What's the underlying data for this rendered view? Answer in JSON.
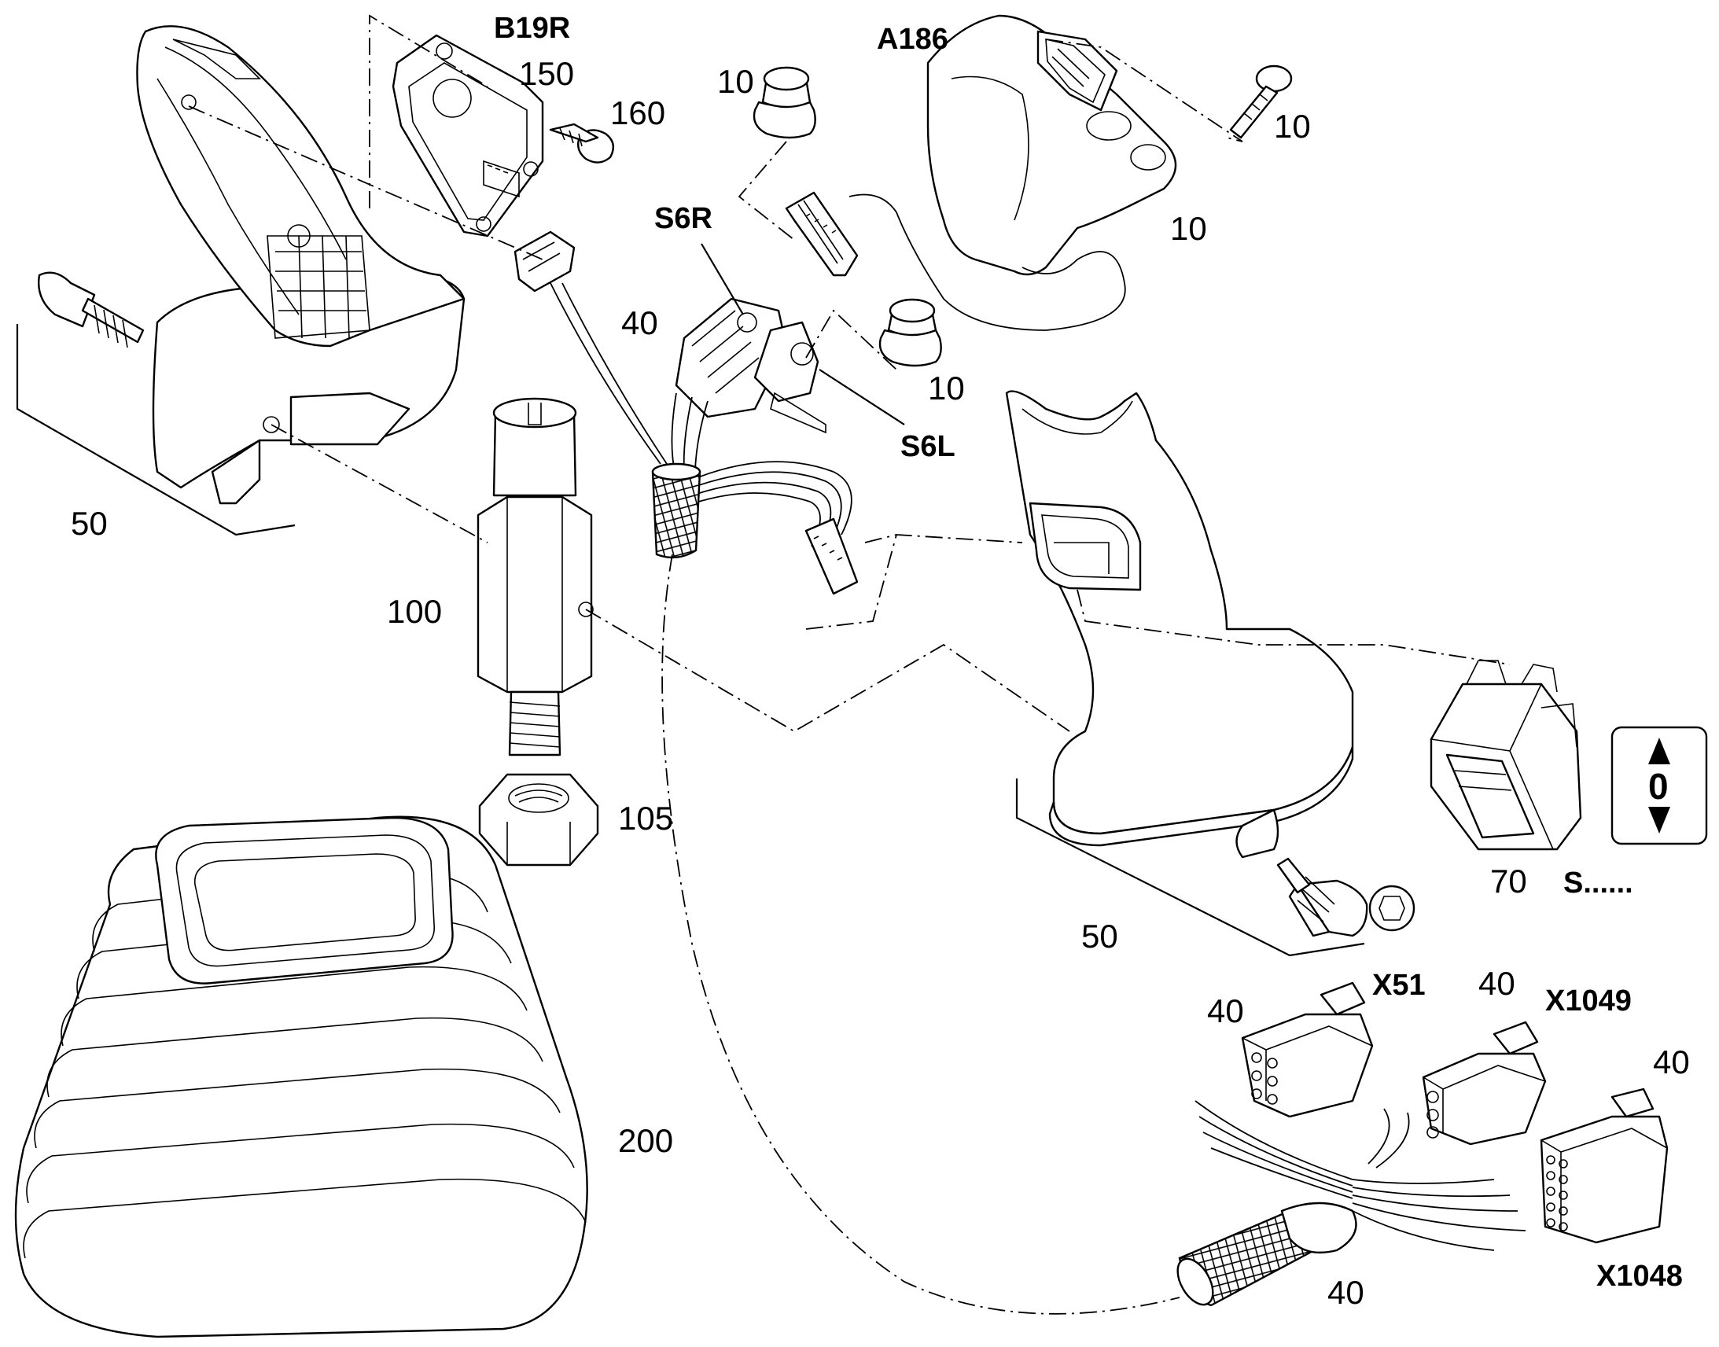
{
  "callouts": {
    "left_handle_50": "50",
    "bolt_left": "",
    "b19r": "B19R",
    "p150": "150",
    "p160": "160",
    "p10_a": "10",
    "a186": "A186",
    "p10_b": "10",
    "p10_c": "10",
    "s6r": "S6R",
    "p40_a": "40",
    "p10_d": "10",
    "s6l": "S6L",
    "p100": "100",
    "p105": "105",
    "p200": "200",
    "p70": "70",
    "s_dots": "S......",
    "right_handle_50": "50",
    "x51": "X51",
    "p40_b": "40",
    "p40_c": "40",
    "x1049": "X1049",
    "p40_d": "40",
    "x1048": "X1048",
    "p40_e": "40",
    "switch_zero": "0"
  },
  "icons": [
    "arrow-up-icon",
    "arrow-down-icon"
  ]
}
